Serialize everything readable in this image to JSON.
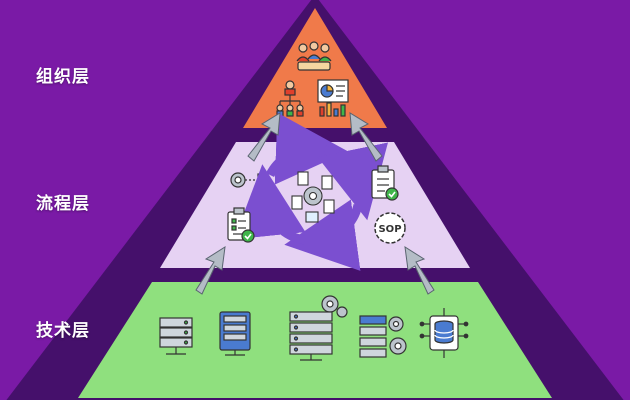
{
  "layers": [
    {
      "id": "org",
      "label": "组织层",
      "color": "#f07a4a"
    },
    {
      "id": "process",
      "label": "流程层",
      "color": "#e6d2f3"
    },
    {
      "id": "tech",
      "label": "技术层",
      "color": "#8fe07e"
    }
  ],
  "colors": {
    "background": "#7a1aa6",
    "outline": "#45106b",
    "arrow": "#b4bcc6",
    "cycle": "#7b4fd0",
    "check": "#3fb54a"
  },
  "icons": {
    "org": [
      "team-meeting-icon",
      "org-chart-icon",
      "analytics-board-icon"
    ],
    "process": [
      "workflow-gears-icon",
      "process-cycle-icon",
      "checklist-icon",
      "sop-icon",
      "task-checklist-icon"
    ],
    "tech": [
      "server-icon",
      "server-rack-icon",
      "server-stack-gears-icon",
      "hardware-gears-icon",
      "database-circuit-icon"
    ]
  },
  "sop_label": "SOP"
}
